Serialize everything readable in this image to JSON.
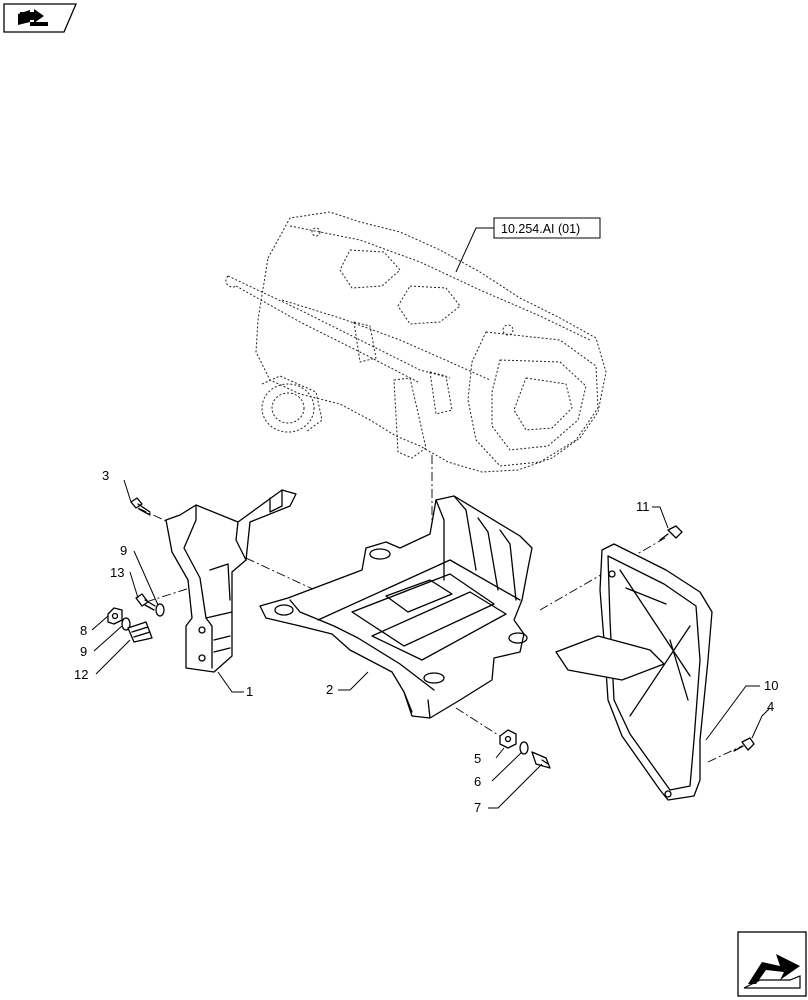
{
  "reference_label": "10.254.AI (01)",
  "icons": {
    "top_left": "book-arrow-icon",
    "bottom_right": "next-page-arrow-icon"
  },
  "callouts": {
    "c1": "1",
    "c2": "2",
    "c3": "3",
    "c4": "4",
    "c5": "5",
    "c6": "6",
    "c7": "7",
    "c8": "8",
    "c9a": "9",
    "c9b": "9",
    "c10": "10",
    "c11": "11",
    "c12": "12",
    "c13": "13"
  }
}
